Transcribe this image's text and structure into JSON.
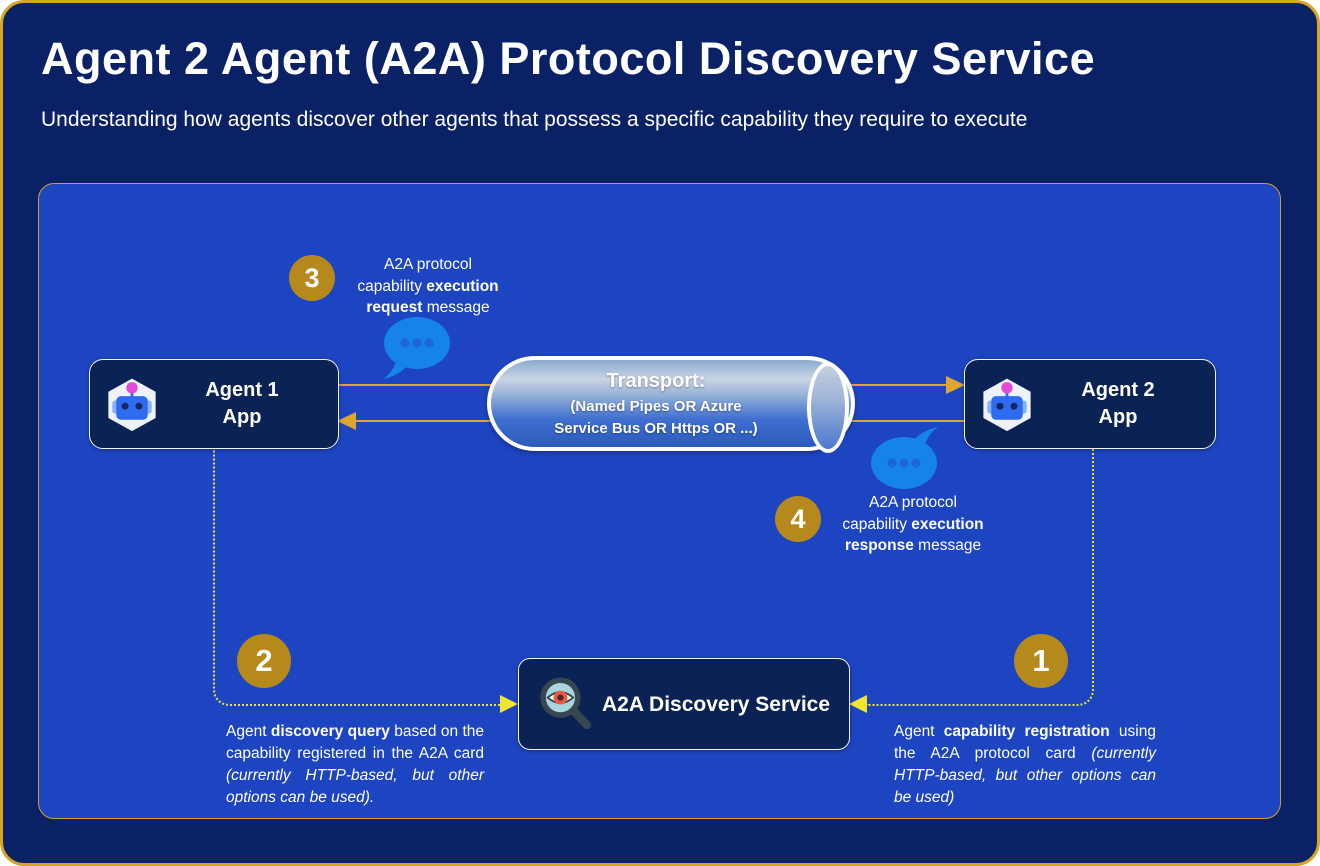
{
  "header": {
    "title": "Agent 2 Agent (A2A) Protocol Discovery Service",
    "subtitle": "Understanding how agents discover other agents that possess a specific capability they require to execute"
  },
  "agents": {
    "agent1": {
      "label": "Agent 1\nApp"
    },
    "agent2": {
      "label": "Agent 2\nApp"
    }
  },
  "transport": {
    "title": "Transport:",
    "line2": "(Named Pipes OR Azure",
    "line3": "Service Bus OR Https OR ...)"
  },
  "discovery": {
    "label": "A2A Discovery Service"
  },
  "steps": {
    "s1": {
      "number": "1",
      "text": [
        {
          "t": "Agent "
        },
        {
          "t": "capability registration",
          "b": true
        },
        {
          "t": " using the A2A protocol card "
        },
        {
          "t": "(currently HTTP-based, but other options can be used)",
          "i": true
        }
      ]
    },
    "s2": {
      "number": "2",
      "text": [
        {
          "t": "Agent "
        },
        {
          "t": "discovery query",
          "b": true
        },
        {
          "t": " based on the capability registered in the A2A card "
        },
        {
          "t": "(currently HTTP-based, but other options can be used).",
          "i": true
        }
      ]
    },
    "s3": {
      "number": "3",
      "text": [
        {
          "t": "A2A protocol"
        },
        {
          "br": true
        },
        {
          "t": "capability "
        },
        {
          "t": "execution",
          "b": true
        },
        {
          "br": true
        },
        {
          "t": "request",
          "b": true
        },
        {
          "t": " message"
        }
      ]
    },
    "s4": {
      "number": "4",
      "text": [
        {
          "t": "A2A protocol"
        },
        {
          "br": true
        },
        {
          "t": "capability "
        },
        {
          "t": "execution",
          "b": true
        },
        {
          "br": true
        },
        {
          "t": "response",
          "b": true
        },
        {
          "t": " message"
        }
      ]
    }
  },
  "icons": {
    "agent": "robot-icon",
    "discovery": "magnifier-eye-icon",
    "message": "speech-bubble-icon"
  },
  "colors": {
    "canvas_navy": "#0a2166",
    "panel_blue": "#1e45c1",
    "box_navy": "#0a2254",
    "badge_gold": "#b5891b",
    "connector_gold": "#dfa52e",
    "connector_yellow": "#e9e23a",
    "bubble_blue": "#1583e8",
    "outer_border_gold": "#d8a520",
    "panel_border_gold": "#c9a227"
  }
}
